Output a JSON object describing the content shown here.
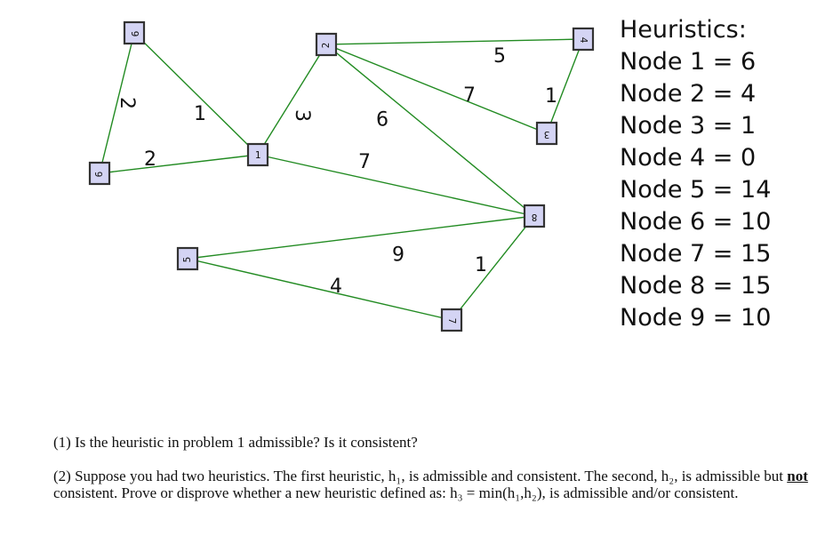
{
  "graph": {
    "nodes": [
      {
        "id": "9"
      },
      {
        "id": "2"
      },
      {
        "id": "4"
      },
      {
        "id": "3"
      },
      {
        "id": "1"
      },
      {
        "id": "6"
      },
      {
        "id": "8"
      },
      {
        "id": "5"
      },
      {
        "id": "7"
      }
    ],
    "edges": [
      {
        "from": "9",
        "to": "6",
        "weight": "2"
      },
      {
        "from": "9",
        "to": "1",
        "weight": "1"
      },
      {
        "from": "6",
        "to": "1",
        "weight": "2"
      },
      {
        "from": "1",
        "to": "2",
        "weight": "3"
      },
      {
        "from": "2",
        "to": "4",
        "weight": "5"
      },
      {
        "from": "2",
        "to": "3",
        "weight": "7"
      },
      {
        "from": "2",
        "to": "8",
        "weight": "9"
      },
      {
        "from": "4",
        "to": "3",
        "weight": "1"
      },
      {
        "from": "1",
        "to": "8",
        "weight": "7"
      },
      {
        "from": "5",
        "to": "8",
        "weight": "6"
      },
      {
        "from": "5",
        "to": "7",
        "weight": "4"
      },
      {
        "from": "7",
        "to": "8",
        "weight": "1"
      }
    ]
  },
  "heuristics": {
    "title": "Heuristics:",
    "rows": [
      "Node 1 = 6",
      "Node 2 = 4",
      "Node 3 = 1",
      "Node 4 = 0",
      "Node 5 = 14",
      "Node 6 = 10",
      "Node 7 = 15",
      "Node 8 = 15",
      "Node 9 = 10"
    ]
  },
  "questions": {
    "q1": "(1) Is the heuristic in problem 1 admissible? Is it consistent?",
    "q2_part1": "(2) Suppose you had two heuristics. The first heuristic, h₁, is admissible and consistent. The second, h₂, is admissible but ",
    "q2_not": "not",
    "q2_part2": " consistent.  Prove or disprove whether a new heuristic defined as: h₃ = min(h₁,h₂), is admissible and/or consistent."
  }
}
